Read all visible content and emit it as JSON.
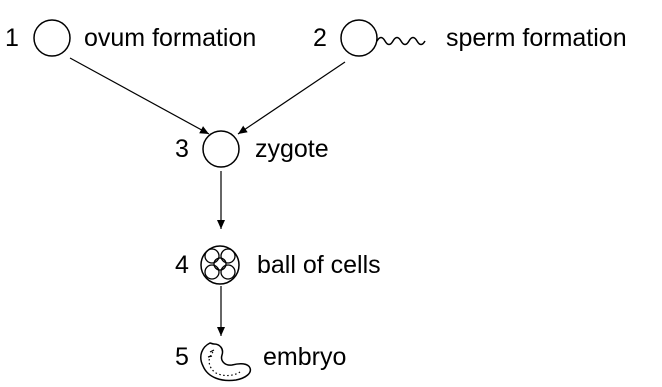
{
  "stages": [
    {
      "number": "1",
      "label": "ovum formation"
    },
    {
      "number": "2",
      "label": "sperm formation"
    },
    {
      "number": "3",
      "label": "zygote"
    },
    {
      "number": "4",
      "label": "ball of cells"
    },
    {
      "number": "5",
      "label": "embryo"
    }
  ],
  "colors": {
    "ink": "#000000",
    "background": "#ffffff"
  }
}
